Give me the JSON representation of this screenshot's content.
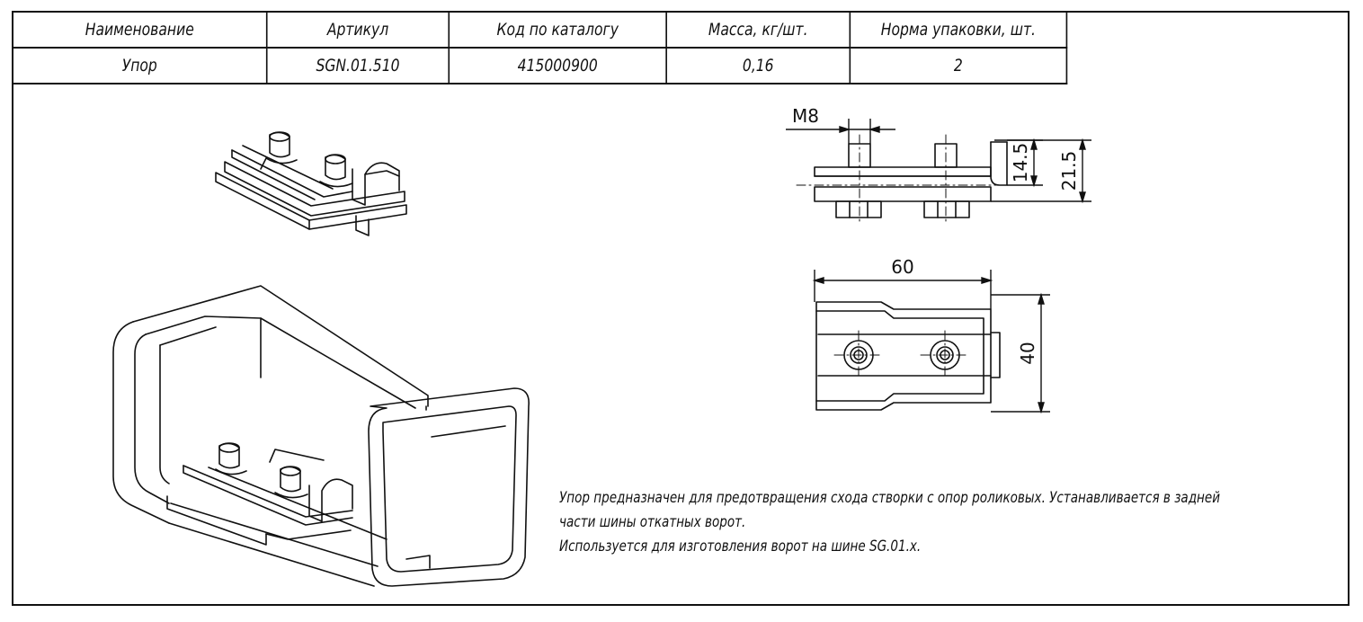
{
  "table": {
    "headers": [
      "Наименование",
      "Артикул",
      "Код по каталогу",
      "Масса, кг/шт.",
      "Норма упаковки, шт."
    ],
    "row": [
      "Упор",
      "SGN.01.510",
      "415000900",
      "0,16",
      "2"
    ]
  },
  "dimensions": {
    "thread": "M8",
    "height_small": "14.5",
    "height_total": "21.5",
    "width": "60",
    "depth": "40"
  },
  "description": {
    "line1": "Упор предназначен для предотвращения схода створки с опор роликовых. Устанавливается в задней",
    "line2": "части шины откатных ворот.",
    "line3": "Используется для изготовления ворот на шине SG.01.x."
  }
}
